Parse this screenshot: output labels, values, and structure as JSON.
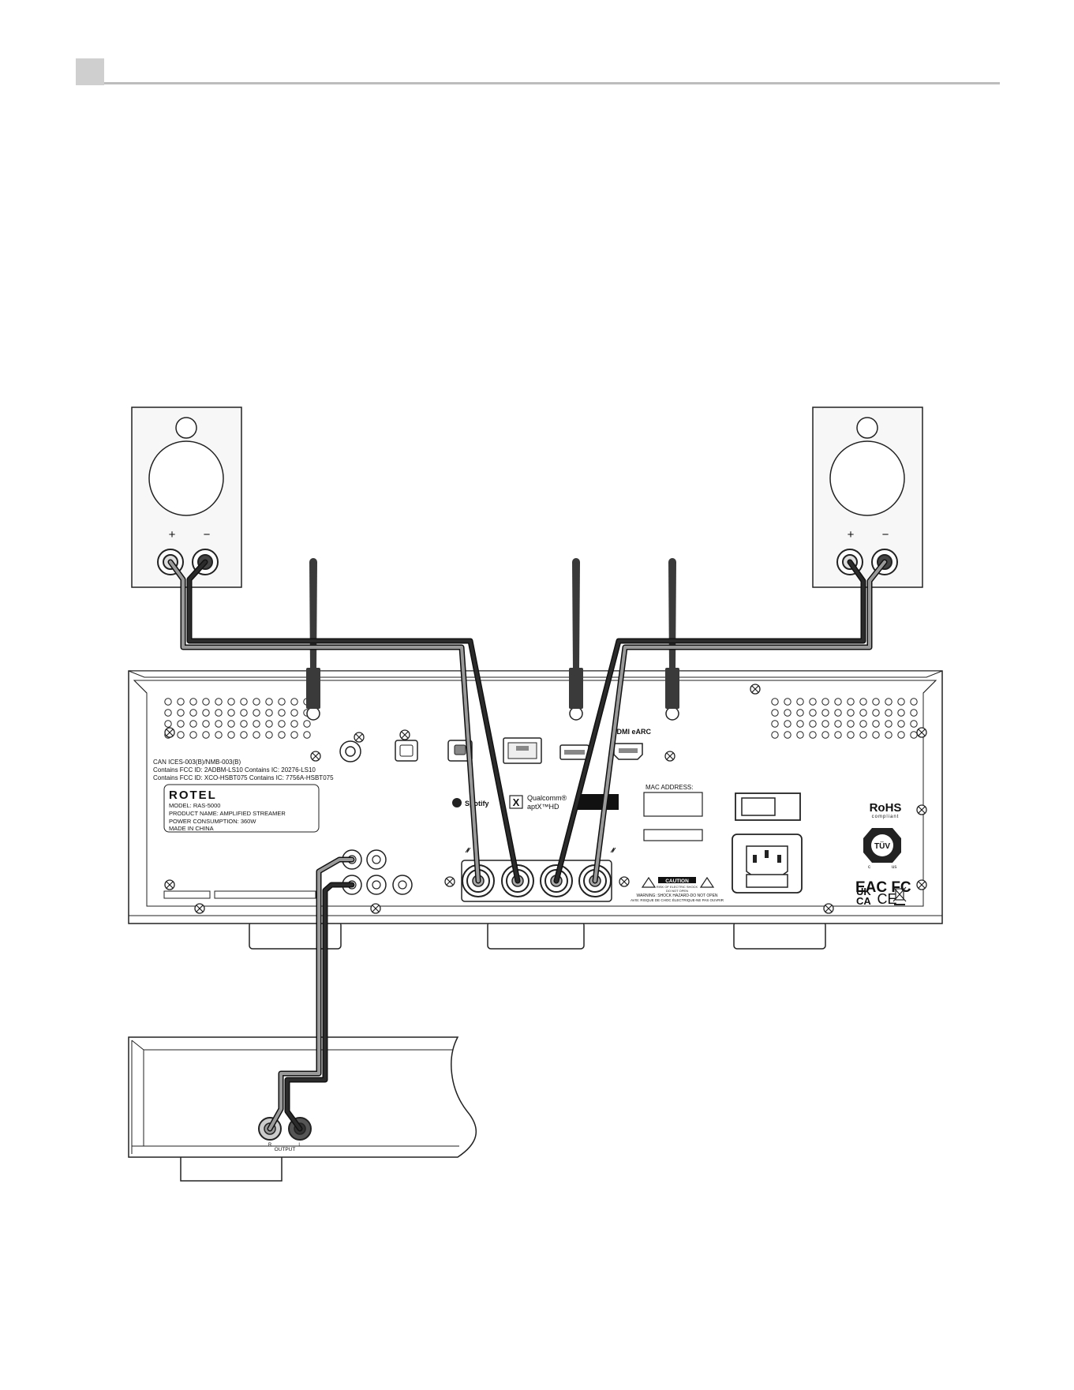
{
  "colors": {
    "line": "#222222",
    "panel": "#f7f7f7",
    "section_marker": "#cfcfcf",
    "rule": "#bdbdbd",
    "antenna": "#3a3a3a",
    "cable_dark": "#2b2b2b",
    "cable_light": "#9a9a9a"
  },
  "speaker_left": {
    "plus": "+",
    "minus": "−"
  },
  "speaker_right": {
    "plus": "+",
    "minus": "−"
  },
  "rear_panel": {
    "compliance_line1": "CAN ICES-003(B)/NMB-003(B)",
    "compliance_line2": "Contains FCC ID: 2ADBM-LS10 Contains IC: 20276-LS10",
    "compliance_line3": "Contains FCC ID: XCO-HSBT075 Contains IC: 7756A-HSBT075",
    "brand": "ROTEL",
    "model": "MODEL: RAS-5000",
    "product_name": "PRODUCT NAME: AMPLIFIED STREAMER",
    "power": "POWER CONSUMPTION: 360W",
    "origin": "MADE IN CHINA",
    "hdmi_label": "HDMI eARC",
    "mac_label": "MAC ADDRESS:",
    "spotify": "Spotify",
    "qualcomm_line1": "Qualcomm®",
    "qualcomm_line2": "aptX™HD",
    "qualcomm_icon": "X",
    "caution_title": "CAUTION",
    "caution_line1": "RISK OF ELECTRIC SHOCK",
    "caution_line2": "DO NOT OPEN",
    "warning_line1": "WARNING: SHOCK HAZARD-DO NOT OPEN",
    "warning_line2": "AVIS: RISQUE DE CHOC ÉLECTRIQUE-NE PAS OUVRIR",
    "rohs": "RoHS",
    "rohs_sub": "compliant",
    "tuv": "TÜV",
    "eac": "EAC",
    "fc": "FC",
    "ukca_top": "UK",
    "ukca_bottom": "CA",
    "ce": "CE",
    "c_mark": "c",
    "us_mark": "us"
  },
  "source_device": {
    "output_label": "OUTPUT",
    "r_label": "R",
    "l_label": "L"
  }
}
